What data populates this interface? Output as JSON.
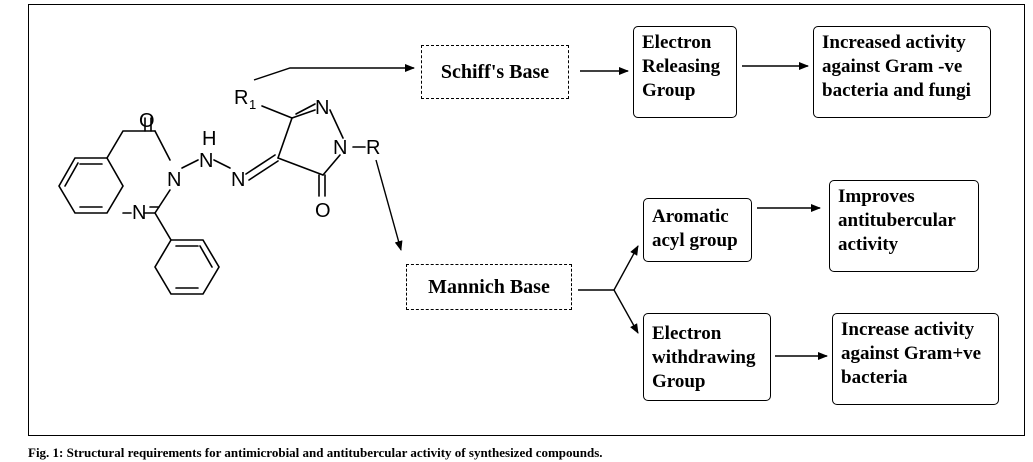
{
  "molecule": {
    "atoms": {
      "o1": "O",
      "h_nh": "H",
      "n_hydrazine": "N",
      "n_quinazoline_3": "N",
      "n_imine": "N",
      "n_quinazoline_1": "N",
      "r1": "R",
      "r1_subscript": "1",
      "n_pyrazole_2": "N",
      "n_pyrazole_1": "N",
      "r_substituent": "R",
      "o2": "O"
    }
  },
  "boxes": {
    "schiff_base": "Schiff's Base",
    "mannich_base": "Mannich Base",
    "electron_releasing": [
      "Electron",
      "Releasing",
      "Group"
    ],
    "gram_neg_activity": [
      "Increased activity",
      "against Gram -ve",
      "bacteria and fungi"
    ],
    "aromatic_acyl": [
      "Aromatic",
      "acyl group"
    ],
    "antitubercular": [
      "Improves",
      "antitubercular",
      "activity"
    ],
    "electron_withdrawing": [
      "Electron",
      "withdrawing",
      "Group"
    ],
    "gram_pos_activity": [
      "Increase activity",
      "against Gram+ve",
      "bacteria"
    ]
  },
  "caption": "Fig. 1: Structural requirements for antimicrobial and antitubercular activity of synthesized compounds."
}
